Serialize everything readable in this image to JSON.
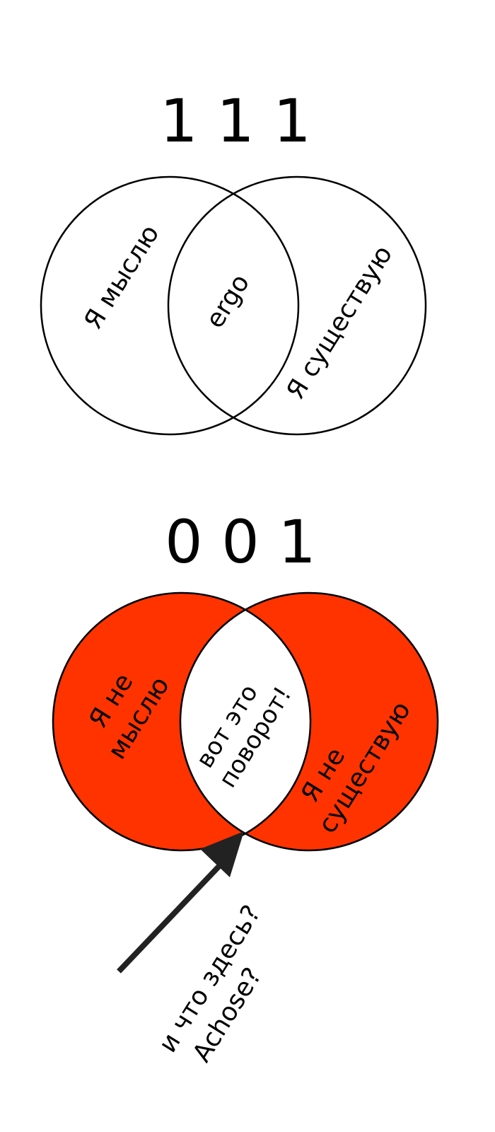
{
  "colors": {
    "background": "#ffffff",
    "stroke": "#000000",
    "fill_highlight": "#ff3300",
    "arrow": "#222222"
  },
  "diagram_top": {
    "bits": "1 1 1",
    "left_label": "Я мыслю",
    "middle_label": "ergo",
    "right_label": "Я существую"
  },
  "diagram_bottom": {
    "bits": "0 0 1",
    "left_label_line1": "Я не",
    "left_label_line2": "мыслю",
    "middle_label_line1": "вот это",
    "middle_label_line2": "поворот!",
    "right_label_line1": "Я не",
    "right_label_line2": "существую"
  },
  "annotation": {
    "line1": "и что здесь?",
    "line2": "Achose?"
  }
}
